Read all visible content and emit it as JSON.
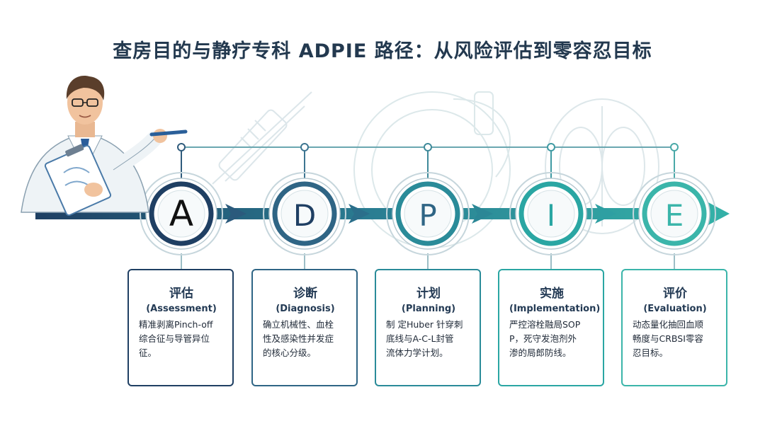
{
  "title": "查房目的与静疗专科 ADPIE  路径：从风险评估到零容忍目标",
  "colors": {
    "title": "#23394f",
    "navy": "#1f3f63",
    "steel": "#2f6585",
    "teal_mid": "#2a8b99",
    "teal": "#2aa6a3",
    "teal_light": "#3bb5aa"
  },
  "steps": [
    {
      "letter": "A",
      "title": "评估",
      "subtitle": "(Assessment)",
      "desc": [
        "精准剥离Pinch-off",
        "综合征与导管异位",
        "征。"
      ]
    },
    {
      "letter": "D",
      "title": "诊断",
      "subtitle": "(Diagnosis)",
      "desc": [
        "确立机械性、血栓",
        "性及感染性并发症",
        "的核心分级。"
      ]
    },
    {
      "letter": "P",
      "title": "计划",
      "subtitle": "(Planning)",
      "desc": [
        "制 定Huber  针穿刺",
        "底线与A-C-L封管",
        "流体力学计划。"
      ]
    },
    {
      "letter": "I",
      "title": "实施",
      "subtitle": "(Implementation)",
      "desc": [
        "严控溶栓融局SOP",
        "P，死守发泡剂外",
        "渗的局郎防线。"
      ]
    },
    {
      "letter": "E",
      "title": "评价",
      "subtitle": "(Evaluation)",
      "desc": [
        "动态量化抽回血顺",
        "畅度与CRBSI零容",
        "忍目标。"
      ]
    }
  ]
}
